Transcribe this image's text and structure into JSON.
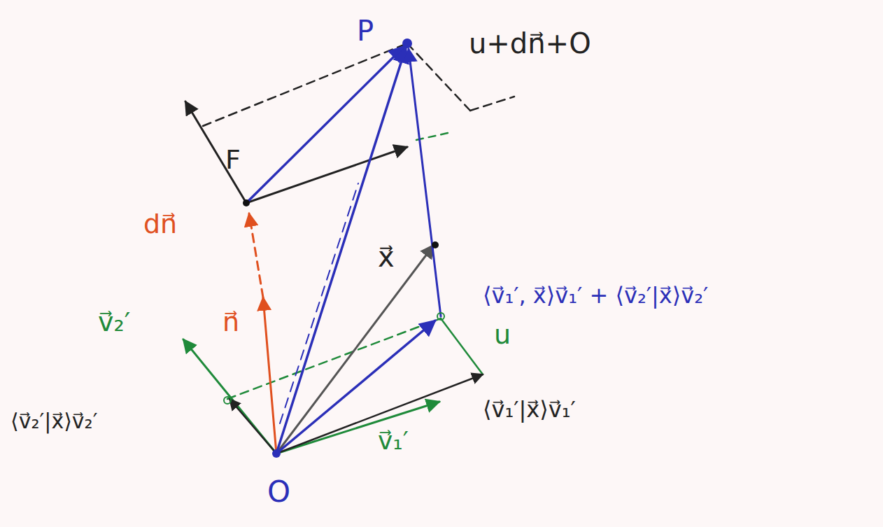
{
  "diagram": {
    "labels": [
      "P",
      "u+dn⃗+O",
      "F",
      "dn⃗",
      "x⃗",
      "n⃗",
      "v⃗₂′",
      "⟨v⃗₁′, x⃗⟩v⃗₁′ + ⟨v⃗₂′|x⃗⟩v⃗₂′",
      "u",
      "⟨v⃗₂′|x⃗⟩v⃗₂′",
      "⟨v⃗₁′|x⃗⟩v⃗₁′",
      "v⃗₁′",
      "O"
    ]
  }
}
